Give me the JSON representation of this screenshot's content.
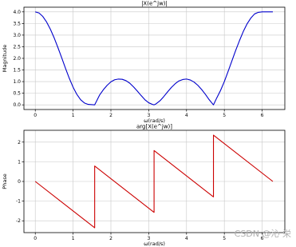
{
  "chart_data": [
    {
      "type": "line",
      "title": "|X(e^jw)|",
      "xlabel": "ω(rad/s)",
      "ylabel": "Magnitude",
      "xlim": [
        -0.3,
        6.6
      ],
      "ylim": [
        -0.2,
        4.2
      ],
      "xticks": [
        0,
        1,
        2,
        3,
        4,
        5,
        6
      ],
      "yticks": [
        0.0,
        0.5,
        1.0,
        1.5,
        2.0,
        2.5,
        3.0,
        3.5,
        4.0
      ],
      "grid": true,
      "series": [
        {
          "color": "#0000cc",
          "x": [
            0,
            0.1,
            0.2,
            0.3,
            0.4,
            0.5,
            0.6,
            0.7,
            0.8,
            0.9,
            1.0,
            1.1,
            1.2,
            1.3,
            1.4,
            1.5,
            1.571,
            1.7,
            1.8,
            1.9,
            2.0,
            2.1,
            2.2,
            2.3,
            2.4,
            2.5,
            2.6,
            2.7,
            2.8,
            2.9,
            3.0,
            3.1,
            3.142,
            3.2,
            3.3,
            3.4,
            3.5,
            3.6,
            3.7,
            3.8,
            3.9,
            4.0,
            4.1,
            4.2,
            4.3,
            4.4,
            4.5,
            4.6,
            4.712,
            4.8,
            4.9,
            5.0,
            5.1,
            5.2,
            5.3,
            5.4,
            5.5,
            5.6,
            5.7,
            5.8,
            5.9,
            6.0,
            6.1,
            6.2,
            6.283
          ],
          "y": [
            4.0,
            3.95,
            3.8,
            3.56,
            3.25,
            2.88,
            2.46,
            2.02,
            1.57,
            1.14,
            0.76,
            0.45,
            0.22,
            0.08,
            0.02,
            0.01,
            0.0,
            0.42,
            0.65,
            0.84,
            0.99,
            1.08,
            1.11,
            1.1,
            1.04,
            0.93,
            0.77,
            0.59,
            0.4,
            0.22,
            0.09,
            0.02,
            0.0,
            0.05,
            0.18,
            0.36,
            0.56,
            0.75,
            0.91,
            1.03,
            1.09,
            1.11,
            1.07,
            0.98,
            0.84,
            0.66,
            0.45,
            0.22,
            0.0,
            0.3,
            0.62,
            1.0,
            1.44,
            1.89,
            2.34,
            2.76,
            3.15,
            3.48,
            3.73,
            3.91,
            3.98,
            4.0,
            4.0,
            4.0,
            4.0
          ]
        }
      ]
    },
    {
      "type": "line",
      "title": "arg[X(e^jw)]",
      "xlabel": "ω(rad/s)",
      "ylabel": "Phase",
      "xlim": [
        -0.3,
        6.6
      ],
      "ylim": [
        -2.6,
        2.6
      ],
      "xticks": [
        0,
        1,
        2,
        3,
        4,
        5,
        6
      ],
      "yticks": [
        -2,
        -1,
        0,
        1,
        2
      ],
      "grid": true,
      "series": [
        {
          "color": "#cc0000",
          "x": [
            0,
            1.5708,
            1.5708,
            3.1416,
            3.1416,
            4.7124,
            4.7124,
            6.2832
          ],
          "y": [
            0,
            -2.356,
            0.785,
            -1.571,
            1.571,
            -0.785,
            2.356,
            0
          ]
        }
      ]
    }
  ],
  "watermark": "CSDN @沁 栄"
}
